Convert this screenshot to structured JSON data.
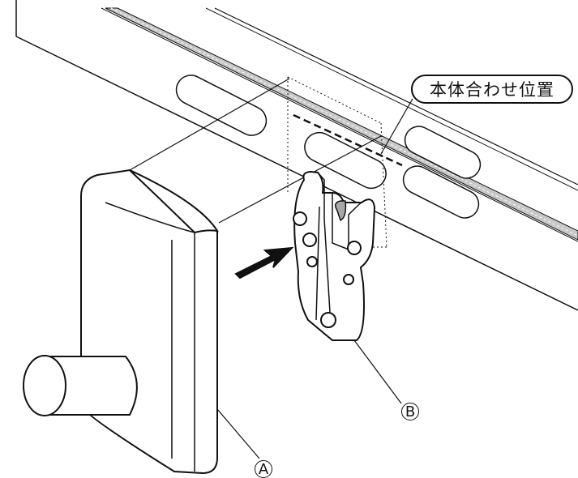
{
  "callout": {
    "text": "本体合わせ位置"
  },
  "labels": {
    "part_a": "A",
    "part_b": "B"
  },
  "colors": {
    "line": "#111111",
    "rail_band": "#c8c8c8",
    "fill": "#ffffff"
  }
}
